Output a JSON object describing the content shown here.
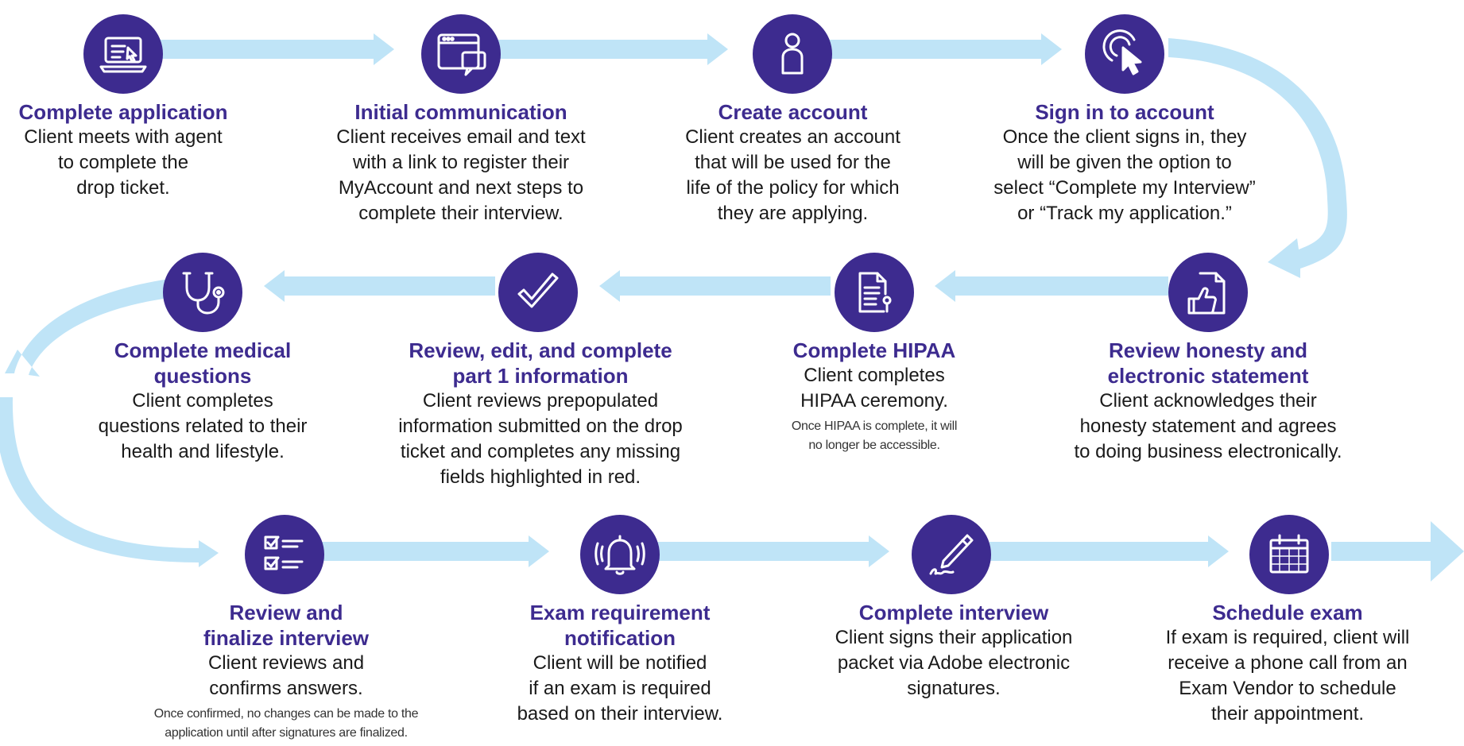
{
  "colors": {
    "accent": "#3d2b8f",
    "arrow": "#bfe4f7",
    "text": "#1a1a1a"
  },
  "steps": [
    {
      "icon": "laptop-form-icon",
      "title": "Complete application",
      "desc": "Client meets with agent\nto complete the\ndrop ticket.",
      "note": ""
    },
    {
      "icon": "browser-chat-icon",
      "title": "Initial communication",
      "desc": "Client receives email and text\nwith a link to register their\nMyAccount and next steps to\ncomplete their interview.",
      "note": ""
    },
    {
      "icon": "person-icon",
      "title": "Create account",
      "desc": "Client creates an account\nthat will be used for the\nlife of the policy for which\nthey are applying.",
      "note": ""
    },
    {
      "icon": "cursor-click-icon",
      "title": "Sign in to account",
      "desc": "Once the client signs in, they\nwill be given the option to\nselect “Complete my Interview”\nor “Track my application.”",
      "note": ""
    },
    {
      "icon": "thumbs-up-document-icon",
      "title": "Review honesty and\nelectronic statement",
      "desc": "Client acknowledges their\nhonesty statement and agrees\nto doing business electronically.",
      "note": ""
    },
    {
      "icon": "document-lock-icon",
      "title": "Complete HIPAA",
      "desc": "Client completes\nHIPAA ceremony.",
      "note": "Once HIPAA is complete, it will\nno longer be accessible."
    },
    {
      "icon": "checkmark-icon",
      "title": "Review, edit, and complete\npart 1 information",
      "desc": "Client reviews prepopulated\ninformation submitted on the drop\nticket and completes any missing\nfields highlighted in red.",
      "note": ""
    },
    {
      "icon": "stethoscope-icon",
      "title": "Complete medical\nquestions",
      "desc": "Client completes\nquestions related to their\nhealth and lifestyle.",
      "note": ""
    },
    {
      "icon": "checklist-icon",
      "title": "Review and\nfinalize interview",
      "desc": "Client reviews and\nconfirms answers.",
      "note": "Once confirmed, no changes can be made to the\napplication until after signatures are finalized."
    },
    {
      "icon": "bell-icon",
      "title": "Exam requirement\nnotification",
      "desc": "Client will be notified\nif an exam is required\nbased on their interview.",
      "note": ""
    },
    {
      "icon": "pen-signature-icon",
      "title": "Complete interview",
      "desc": "Client signs their application\npacket via Adobe electronic\nsignatures.",
      "note": ""
    },
    {
      "icon": "calendar-icon",
      "title": "Schedule exam",
      "desc": "If exam is required, client will\nreceive a phone call from an\nExam Vendor to schedule\ntheir appointment.",
      "note": ""
    }
  ]
}
